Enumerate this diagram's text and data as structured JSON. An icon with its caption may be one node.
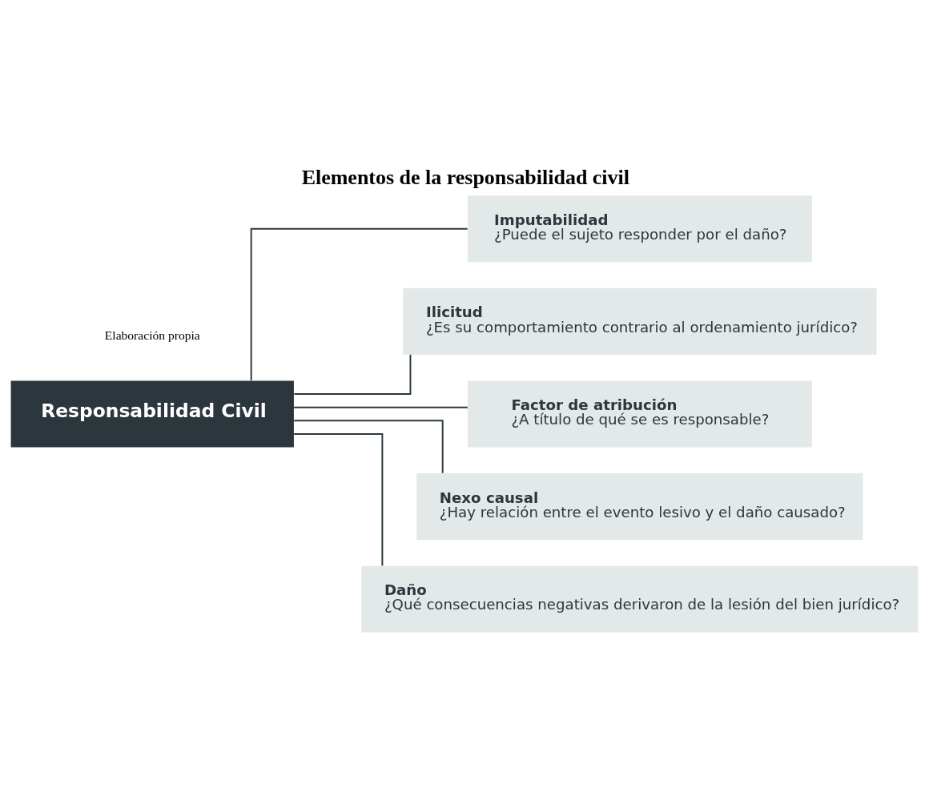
{
  "diagram": {
    "title": "Elementos de la responsabilidad civil",
    "nodes": [
      {
        "text": [
          "Responsabilidad Civil"
        ]
      },
      {
        "text": [
          "Imputabilidad",
          "¿Puede el sujeto responder por el daño?"
        ]
      },
      {
        "text": [
          "Ilicitud",
          "¿Es su comportamiento contrario al ordenamiento jurídico?"
        ]
      },
      {
        "text": [
          "Factor de atribución",
          "¿A título de qué se es responsable?"
        ]
      },
      {
        "text": [
          "Nexo causal",
          "¿Hay relación entre el evento lesivo y el daño causado?"
        ]
      },
      {
        "text": [
          "Daño",
          "¿Qué consecuencias negativas derivaron de la lesión del bien jurídico?"
        ]
      }
    ],
    "edges": [
      {
        "from": 0,
        "to": 1,
        "arrow": "none"
      },
      {
        "from": 0,
        "to": 2,
        "arrow": "none"
      },
      {
        "from": 0,
        "to": 3,
        "arrow": "none"
      },
      {
        "from": 0,
        "to": 4,
        "arrow": "none"
      },
      {
        "from": 0,
        "to": 5,
        "arrow": "none"
      }
    ],
    "labels": [
      "Elaboración propia"
    ]
  }
}
